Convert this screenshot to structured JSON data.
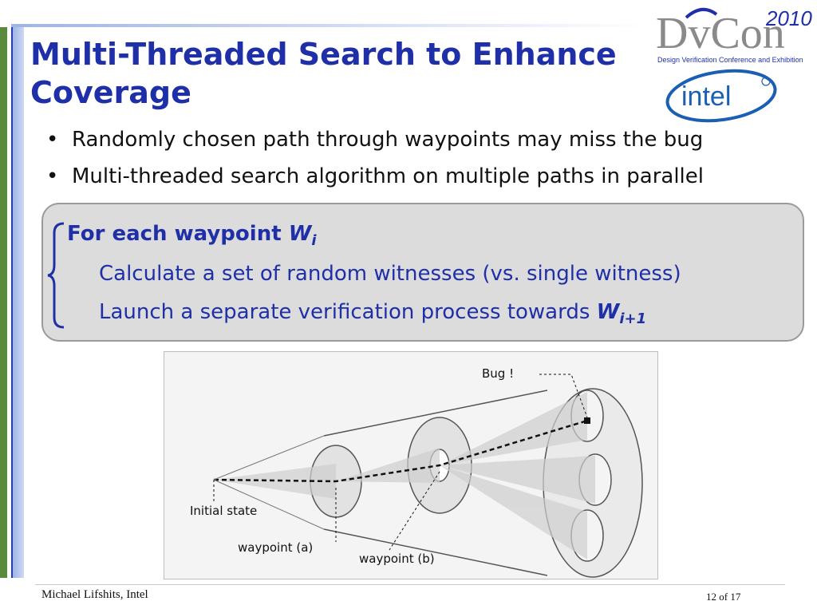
{
  "slide": {
    "title": "Multi-Threaded Search to Enhance Coverage",
    "bullets": [
      "Randomly chosen path through waypoints may miss the bug",
      "Multi-threaded search algorithm on multiple paths in parallel"
    ],
    "box": {
      "heading": "For each waypoint",
      "heading_var": "W",
      "heading_sub": "i",
      "line1": "Calculate a set of random witnesses (vs. single witness)",
      "line2": "Launch a separate verification process towards",
      "line2_var": "W",
      "line2_sub": "i+1"
    },
    "figure": {
      "label_bug": "Bug !",
      "label_initial": "Initial state",
      "label_waypoint_a": "waypoint (a)",
      "label_waypoint_b": "waypoint (b)"
    }
  },
  "logos": {
    "dvcon_main": "DvCon",
    "dvcon_year": "2010",
    "dvcon_tagline": "Design Verification Conference and Exhibition",
    "intel": "intel"
  },
  "footer": {
    "author": "Michael Lifshits, Intel",
    "page": "12 of 17"
  },
  "colors": {
    "title": "#1f2fa8",
    "box_bg": "#dcdcdc",
    "left_bar_green": "#5a8a3c",
    "left_bar_blue": "#2b3fb0"
  }
}
